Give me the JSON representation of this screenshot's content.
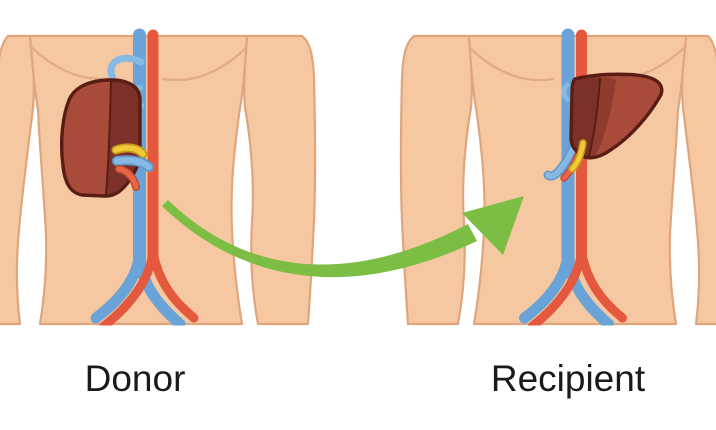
{
  "illustration": {
    "subject": "living-donor liver transplant, donor torso and recipient torso with transfer arrow",
    "labels": {
      "donor": "Donor",
      "recipient": "Recipient"
    },
    "figures": {
      "donor": {
        "label": "Donor",
        "organ": "liver",
        "organ_side": "left-of-vessels",
        "vessels": [
          "vena-cava",
          "aorta",
          "hepatic-vein",
          "portal-vein",
          "hepatic-artery",
          "bile-duct"
        ]
      },
      "recipient": {
        "label": "Recipient",
        "organ": "liver-graft",
        "organ_side": "right-of-vessels",
        "vessels": [
          "vena-cava",
          "aorta",
          "portal-vein",
          "hepatic-artery",
          "bile-duct"
        ]
      }
    },
    "arrow": {
      "direction": "donor-to-recipient",
      "shape": "curved-taper-with-head"
    }
  },
  "colors": {
    "background": "#FFFFFF",
    "skin": "#F6C8A1",
    "skin_outline": "#DFA57D",
    "chest_line": "#E3AC84",
    "vein_blue": "#6AA3D8",
    "vessel_light_blue": "#86B9E4",
    "artery_red": "#E4593D",
    "liver_main": "#A94B3A",
    "liver_mid_shadow": "#8E3B2D",
    "liver_cut_face": "#7C3128",
    "liver_outline": "#591D13",
    "bile_duct_yellow": "#F0CB35",
    "arrow_green": "#7CBE44",
    "label_text": "#1A1A1A"
  }
}
